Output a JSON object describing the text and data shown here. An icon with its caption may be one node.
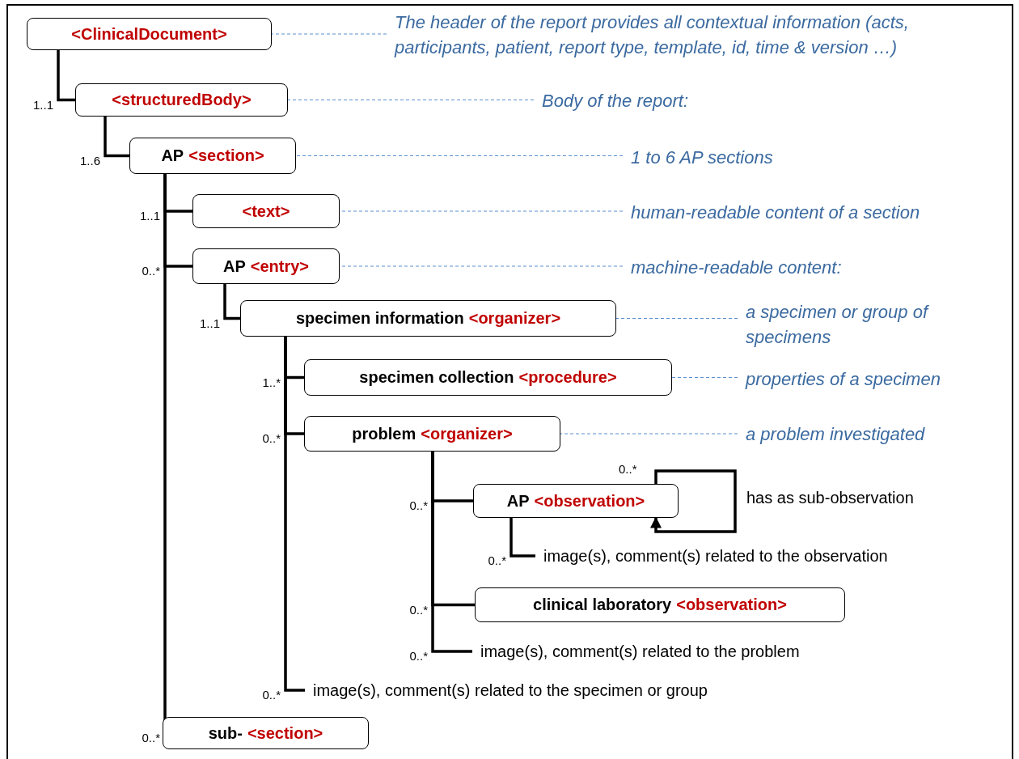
{
  "diagram": {
    "nodes": [
      {
        "text": [
          "<ClinicalDocument>"
        ]
      },
      {
        "text": [
          "The header of the report provides all contextual information (acts, participants, patient, report type, template, id, time & version …)"
        ]
      },
      {
        "text": [
          "<structuredBody>"
        ]
      },
      {
        "text": [
          "Body of the report:"
        ]
      },
      {
        "text": [
          "AP",
          "<section>"
        ]
      },
      {
        "text": [
          "1 to 6 AP sections"
        ]
      },
      {
        "text": [
          "<text>"
        ]
      },
      {
        "text": [
          "human-readable content of a section"
        ]
      },
      {
        "text": [
          "AP",
          "<entry>"
        ]
      },
      {
        "text": [
          "machine-readable content:"
        ]
      },
      {
        "text": [
          "specimen information",
          "<organizer>"
        ]
      },
      {
        "text": [
          "a specimen or group of specimens"
        ]
      },
      {
        "text": [
          "specimen collection",
          "<procedure>"
        ]
      },
      {
        "text": [
          "properties of a specimen"
        ]
      },
      {
        "text": [
          "problem",
          "<organizer>"
        ]
      },
      {
        "text": [
          "a problem investigated"
        ]
      },
      {
        "text": [
          "AP",
          "<observation>"
        ]
      },
      {
        "text": [
          "image(s), comment(s) related to the observation"
        ]
      },
      {
        "text": [
          "clinical laboratory",
          "<observation>"
        ]
      },
      {
        "text": [
          "image(s), comment(s) related to the problem"
        ]
      },
      {
        "text": [
          "image(s), comment(s) related to the specimen or group"
        ]
      },
      {
        "text": [
          "sub-",
          "<section>"
        ]
      }
    ],
    "edges": [
      {
        "from": 0,
        "to": 2,
        "arrow": "none",
        "label": "1..1"
      },
      {
        "from": 2,
        "to": 4,
        "arrow": "none",
        "label": "1..6"
      },
      {
        "from": 4,
        "to": 6,
        "arrow": "none",
        "label": "1..1"
      },
      {
        "from": 4,
        "to": 8,
        "arrow": "none",
        "label": "0..*"
      },
      {
        "from": 8,
        "to": 10,
        "arrow": "none",
        "label": "1..1"
      },
      {
        "from": 10,
        "to": 12,
        "arrow": "none",
        "label": "1..*"
      },
      {
        "from": 10,
        "to": 14,
        "arrow": "none",
        "label": "0..*"
      },
      {
        "from": 14,
        "to": 16,
        "arrow": "none",
        "label": "0..*"
      },
      {
        "from": 16,
        "to": 17,
        "arrow": "none",
        "label": "0..*"
      },
      {
        "from": 14,
        "to": 18,
        "arrow": "none",
        "label": "0..*"
      },
      {
        "from": 14,
        "to": 19,
        "arrow": "none",
        "label": "0..*"
      },
      {
        "from": 10,
        "to": 20,
        "arrow": "none",
        "label": "0..*"
      },
      {
        "from": 4,
        "to": 21,
        "arrow": "none",
        "label": "0..*"
      },
      {
        "from": 16,
        "to": 16,
        "arrow": "to",
        "label": "has as sub-observation"
      },
      {
        "from": 1,
        "to": 0,
        "arrow": "none",
        "style": "dashed",
        "color": "#5b8fd0"
      },
      {
        "from": 3,
        "to": 2,
        "arrow": "none",
        "style": "dashed",
        "color": "#5b8fd0"
      },
      {
        "from": 5,
        "to": 4,
        "arrow": "none",
        "style": "dashed",
        "color": "#5b8fd0"
      },
      {
        "from": 7,
        "to": 6,
        "arrow": "none",
        "style": "dashed",
        "color": "#5b8fd0"
      },
      {
        "from": 9,
        "to": 8,
        "arrow": "none",
        "style": "dashed",
        "color": "#5b8fd0"
      },
      {
        "from": 11,
        "to": 10,
        "arrow": "none",
        "style": "dashed",
        "color": "#5b8fd0"
      },
      {
        "from": 13,
        "to": 12,
        "arrow": "none",
        "style": "dashed",
        "color": "#5b8fd0"
      },
      {
        "from": 15,
        "to": 14,
        "arrow": "none",
        "style": "dashed",
        "color": "#5b8fd0"
      }
    ],
    "labels": [
      "0..*"
    ]
  }
}
